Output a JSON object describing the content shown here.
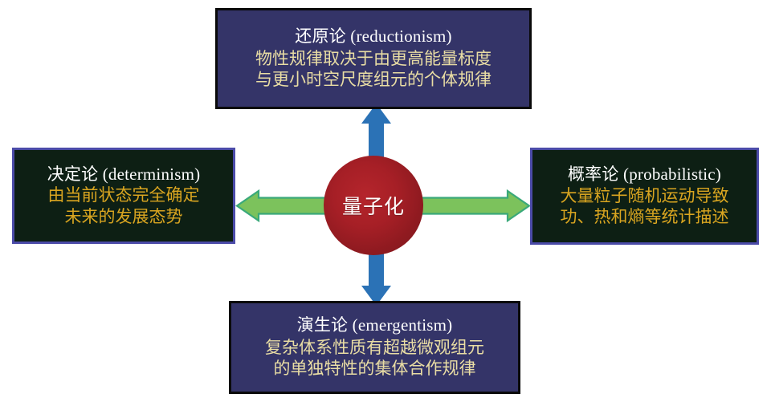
{
  "diagram": {
    "center": {
      "label": "量子化",
      "shape": "circle",
      "fill_color": "#a61f26",
      "text_color": "#ffffff"
    },
    "boxes": {
      "top": {
        "title": "还原论 (reductionism)",
        "lines": [
          "物性规律取决于由更高能量标度",
          "与更小时空尺度组元的个体规律"
        ],
        "fill_color": "#343468",
        "border_color": "#0a0a0a",
        "title_color": "#ffffff",
        "body_color": "#e9dda4"
      },
      "bottom": {
        "title": "演生论 (emergentism)",
        "lines": [
          "复杂体系性质有超越微观组元",
          "的单独特性的集体合作规律"
        ],
        "fill_color": "#343468",
        "border_color": "#0a0a0a",
        "title_color": "#ffffff",
        "body_color": "#e9dda4"
      },
      "left": {
        "title": "决定论 (determinism)",
        "lines": [
          "由当前状态完全确定",
          "未来的发展态势"
        ],
        "fill_color": "#0d1f14",
        "border_color": "#4b4ba8",
        "title_color": "#ffffff",
        "body_color": "#d9a520"
      },
      "right": {
        "title": "概率论 (probabilistic)",
        "lines": [
          "大量粒子随机运动导致",
          "功、热和熵等统计描述"
        ],
        "fill_color": "#0d1f14",
        "border_color": "#4b4ba8",
        "title_color": "#ffffff",
        "body_color": "#d9a520"
      }
    },
    "arrows": {
      "up": {
        "name": "arrow-up-to-reductionism",
        "color": "#2b72b6",
        "direction": "up"
      },
      "down": {
        "name": "arrow-down-to-emergentism",
        "color": "#2b72b6",
        "direction": "down"
      },
      "left": {
        "name": "arrow-left-to-determinism",
        "color": "#7cc25c",
        "outline_color": "#3aa97a",
        "direction": "left"
      },
      "right": {
        "name": "arrow-right-to-probabilistic",
        "color": "#7cc25c",
        "outline_color": "#3aa97a",
        "direction": "right"
      }
    },
    "background_color": "#ffffff"
  }
}
